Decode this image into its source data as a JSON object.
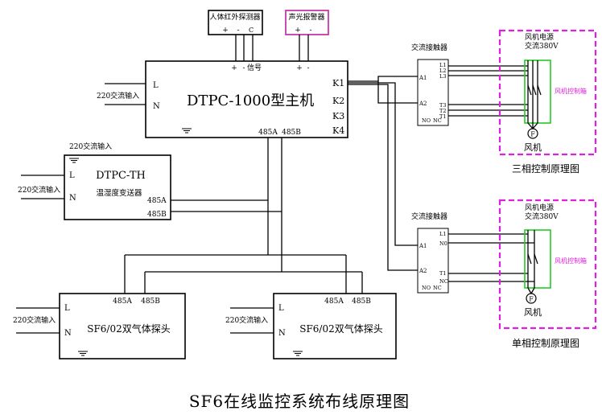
{
  "title": "SF6在线监控系统布线原理图",
  "main_unit": {
    "label": "DTPC-1000型主机",
    "L": "L",
    "N": "N",
    "input": "220交流输入",
    "top_pins": [
      "+",
      "-",
      "信号",
      "+",
      "-"
    ],
    "relays": [
      "K1",
      "K2",
      "K3",
      "K4"
    ],
    "bus": [
      "485A",
      "485B"
    ]
  },
  "ir_detector": {
    "label": "人体红外探测器",
    "pins": [
      "+",
      "-",
      "C"
    ]
  },
  "alarm": {
    "label": "声光报警器",
    "pins": [
      "+",
      "-"
    ]
  },
  "th_sensor": {
    "name": "DTPC-TH",
    "label": "温湿度变送器",
    "L": "L",
    "N": "N",
    "input_side": "220交流输入",
    "input_top": "220交流输入",
    "bus": [
      "485A",
      "485B"
    ]
  },
  "probes": [
    {
      "label": "SF6/02双气体探头",
      "L": "L",
      "N": "N",
      "input": "220交流输入",
      "bus": [
        "485A",
        "485B"
      ]
    },
    {
      "label": "SF6/02双气体探头",
      "L": "L",
      "N": "N",
      "input": "220交流输入",
      "bus": [
        "485A",
        "485B"
      ]
    }
  ],
  "three_phase": {
    "contactor_title": "交流接触器",
    "a1": "A1",
    "a2": "A2",
    "no": "NO",
    "nc": "NC",
    "in_terms": [
      "L1",
      "L2",
      "L3"
    ],
    "out_terms": [
      "T3",
      "T2",
      "T1"
    ],
    "power": [
      "风机电源",
      "交流380V"
    ],
    "ctrl_box": "风机控制箱",
    "fan_symbol": "F",
    "fan": "风机",
    "caption": "三相控制原理图"
  },
  "single_phase": {
    "contactor_title": "交流接触器",
    "a1": "A1",
    "a2": "A2",
    "no": "NO",
    "nc": "NC",
    "in_terms": [
      "L1",
      "N0"
    ],
    "out_terms": [
      "T1",
      "NC"
    ],
    "power": [
      "风机电源",
      "交流380V"
    ],
    "ctrl_box": "风机控制箱",
    "fan_symbol": "F",
    "fan": "风机",
    "caption": "单相控制原理图"
  }
}
